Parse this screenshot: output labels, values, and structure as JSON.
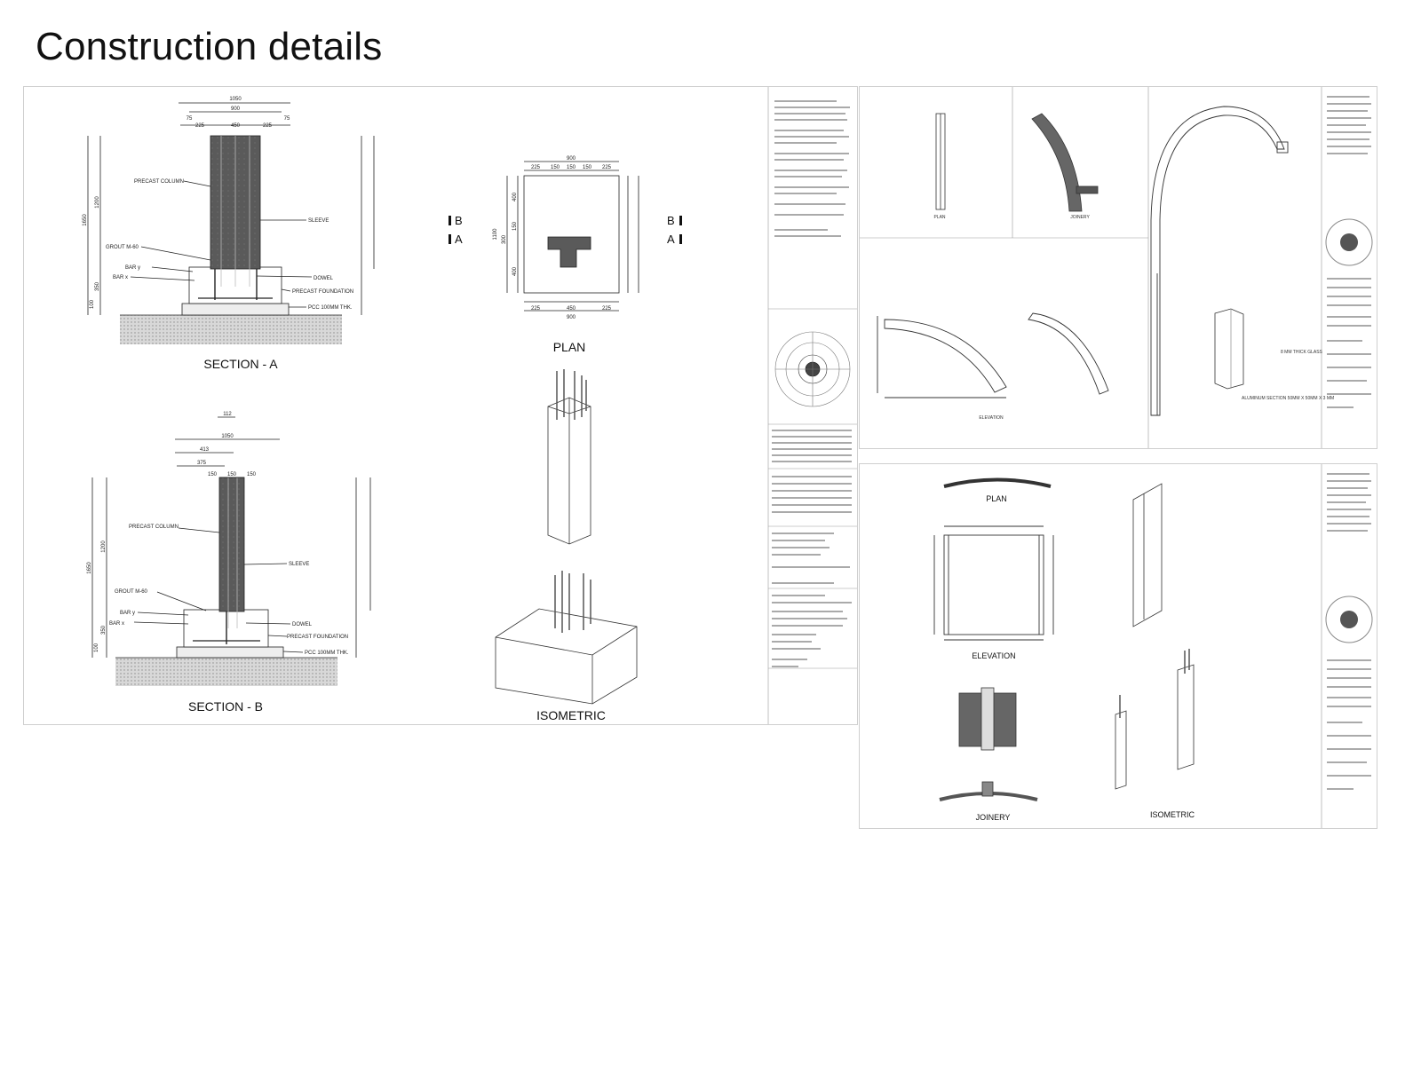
{
  "page_title": "Construction details",
  "sheet1": {
    "section_a": {
      "caption": "SECTION -  A",
      "dims_top": [
        "1050",
        "900",
        "75",
        "225",
        "450",
        "225",
        "75"
      ],
      "dims_side": [
        "1650",
        "1200",
        "350",
        "100"
      ],
      "labels": [
        "PRECAST COLUMN",
        "SLEEVE",
        "GROUT M-60",
        "BAR y",
        "BAR x",
        "DOWEL",
        "PRECAST FOUNDATION",
        "PCC 100MM THK."
      ]
    },
    "section_b": {
      "caption": "SECTION - B",
      "dims_top": [
        "112",
        "1050",
        "413",
        "375",
        "150",
        "150",
        "150"
      ],
      "dims_side": [
        "1650",
        "1200",
        "350",
        "100"
      ],
      "labels": [
        "PRECAST COLUMN",
        "SLEEVE",
        "GROUT M-60",
        "BAR y",
        "BAR x",
        "DOWEL",
        "PRECAST FOUNDATION",
        "PCC 100MM THK."
      ]
    },
    "plan": {
      "caption": "PLAN",
      "dims_top": [
        "900",
        "225",
        "150",
        "150",
        "150",
        "225"
      ],
      "dims_bottom": [
        "225",
        "450",
        "225",
        "900"
      ],
      "dims_side": [
        "400",
        "150",
        "300",
        "1100",
        "400"
      ],
      "markers": [
        "B",
        "A",
        "B",
        "A"
      ]
    },
    "isometric": {
      "caption": "ISOMETRIC"
    }
  },
  "sheet2": {
    "top_plan_caption": "PLAN",
    "top_joinery_caption": "JOINERY",
    "elevation_caption": "ELEVATION",
    "labels": [
      "ALUMINUM SECTION 50MM X 50MM X 3 MM",
      "8 MM THICK GLASS"
    ]
  },
  "sheet3": {
    "plan_caption": "PLAN",
    "elevation_caption": "ELEVATION",
    "joinery_caption": "JOINERY",
    "isometric_caption": "ISOMETRIC"
  },
  "colors": {
    "line": "#222222",
    "concrete": "#5a5a5a",
    "hatch": "#9a9a9a",
    "border": "#cfcfcf"
  }
}
